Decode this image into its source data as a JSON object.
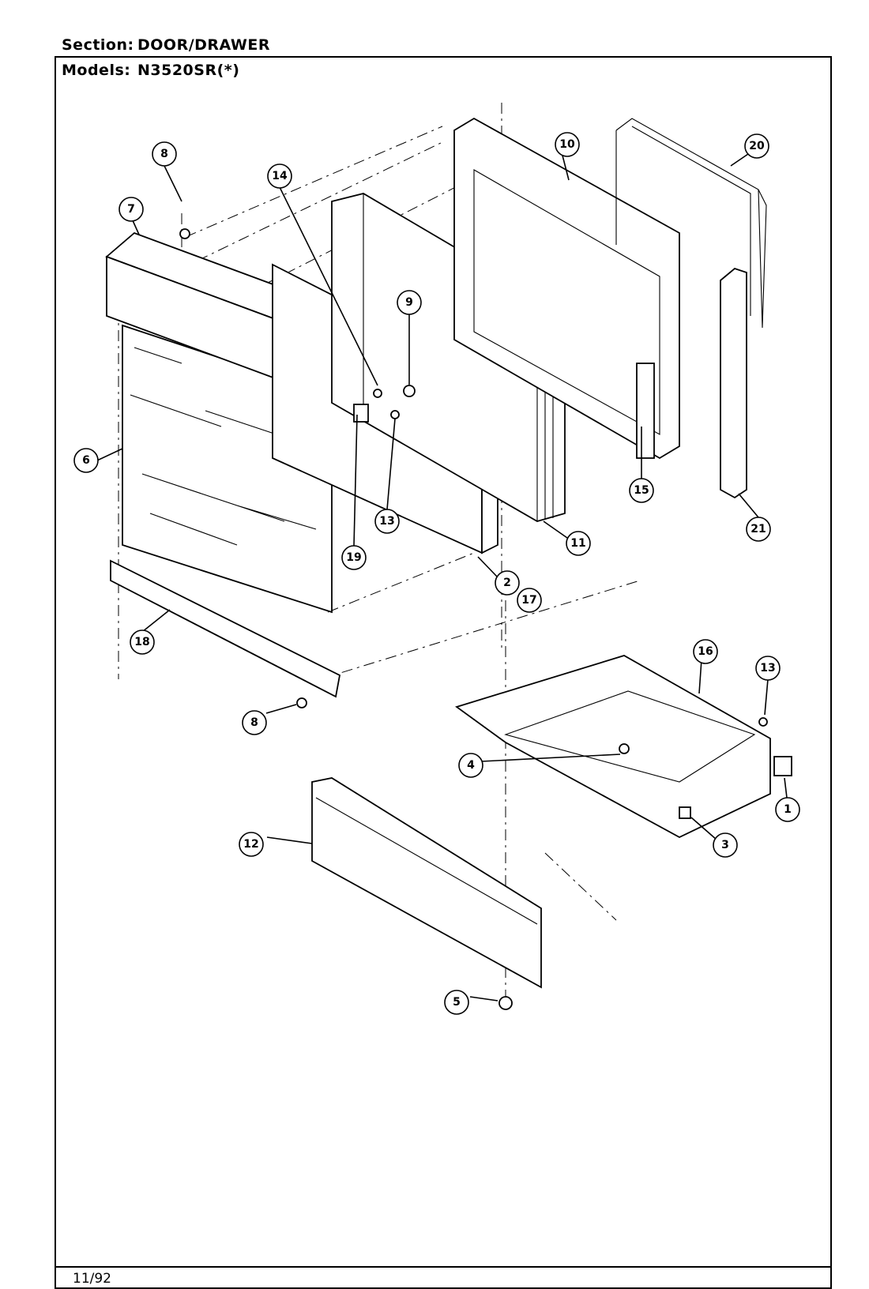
{
  "header": {
    "section_label": "Section:",
    "section_value": "DOOR/DRAWER",
    "models_label": "Models:",
    "models_value": "N3520SR(*)"
  },
  "footer": {
    "date": "11/92"
  },
  "callouts": [
    {
      "id": "c8a",
      "label": "8"
    },
    {
      "id": "c7",
      "label": "7"
    },
    {
      "id": "c14",
      "label": "14"
    },
    {
      "id": "c10",
      "label": "10"
    },
    {
      "id": "c20",
      "label": "20"
    },
    {
      "id": "c9",
      "label": "9"
    },
    {
      "id": "c6",
      "label": "6"
    },
    {
      "id": "c13a",
      "label": "13"
    },
    {
      "id": "c19",
      "label": "19"
    },
    {
      "id": "c15",
      "label": "15"
    },
    {
      "id": "c11",
      "label": "11"
    },
    {
      "id": "c21",
      "label": "21"
    },
    {
      "id": "c2",
      "label": "2"
    },
    {
      "id": "c17",
      "label": "17"
    },
    {
      "id": "c18",
      "label": "18"
    },
    {
      "id": "c8b",
      "label": "8"
    },
    {
      "id": "c16",
      "label": "16"
    },
    {
      "id": "c13b",
      "label": "13"
    },
    {
      "id": "c4",
      "label": "4"
    },
    {
      "id": "c1",
      "label": "1"
    },
    {
      "id": "c3",
      "label": "3"
    },
    {
      "id": "c12",
      "label": "12"
    },
    {
      "id": "c5",
      "label": "5"
    }
  ]
}
